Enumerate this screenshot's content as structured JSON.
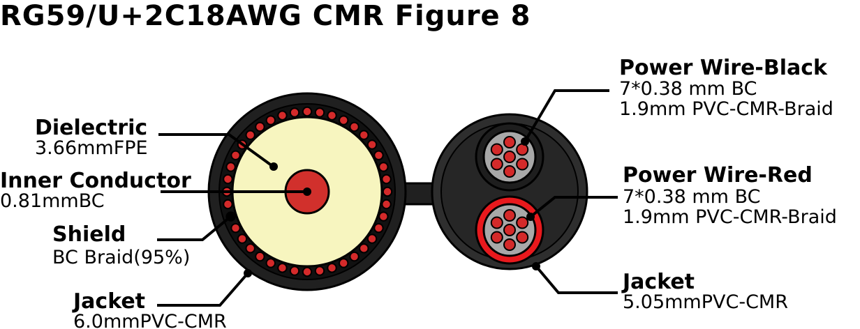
{
  "title": "RG59/U+2C18AWG CMR Figure 8",
  "coax": {
    "dielectric": {
      "name": "Dielectric",
      "spec": "3.66mmFPE"
    },
    "inner_conductor": {
      "name": "Inner Conductor",
      "spec": "0.81mmBC"
    },
    "shield": {
      "name": "Shield",
      "spec": "BC Braid(95%)"
    },
    "jacket": {
      "name": "Jacket",
      "spec": "6.0mmPVC-CMR"
    }
  },
  "power": {
    "black_wire": {
      "name": "Power Wire-Black",
      "spec1": "7*0.38 mm BC",
      "spec2": "1.9mm PVC-CMR-Braid"
    },
    "red_wire": {
      "name": "Power Wire-Red",
      "spec1": "7*0.38 mm BC",
      "spec2": "1.9mm PVC-CMR-Braid"
    },
    "jacket": {
      "name": "Jacket",
      "spec": "5.05mmPVC-CMR"
    }
  },
  "colors": {
    "jacket": "#202020",
    "jacket_outline": "#000000",
    "shield_bead": "#d42a2a",
    "dielectric": "#f7f5bf",
    "inner_conductor": "#d1302c",
    "power_jacket": "#2e2e2e",
    "strand": "#a8a8a8",
    "strand_core": "#d42a2a",
    "red_insulation": "#e8191d"
  }
}
